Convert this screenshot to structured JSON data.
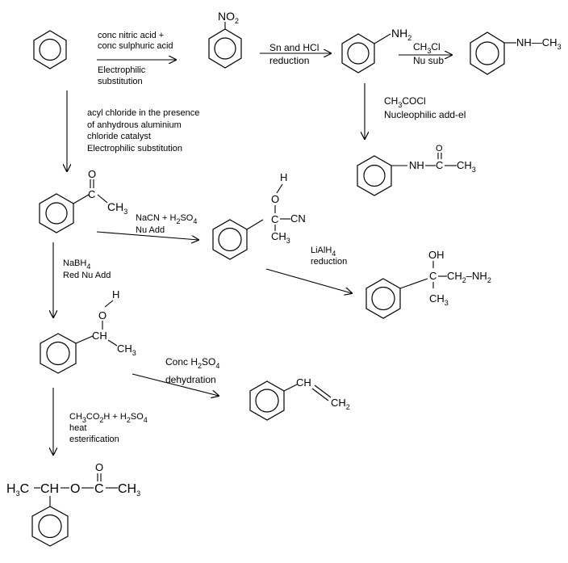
{
  "step_labels": {
    "nitration_reagent_1": "conc nitric acid +",
    "nitration_reagent_2": "conc sulphuric acid",
    "nitration_type_1": "Electrophilic",
    "nitration_type_2": "substitution",
    "reduction_reagent": "Sn and HCl",
    "reduction_type": "reduction",
    "methylation_reagent": "CH3Cl",
    "methylation_type": "Nu sub",
    "acylation_amine_reagent": "CH3COCl",
    "acylation_amine_type": "Nucleophilic add-el",
    "acylation_line_1": "acyl chloride in the presence",
    "acylation_line_2": "of anhydrous aluminium",
    "acylation_line_3": "chloride catalyst",
    "acylation_line_4": "Electrophilic substitution",
    "cyanide_reagent": "NaCN + H2SO4",
    "cyanide_type": "Nu Add",
    "lialh4_reagent": "LiAlH4",
    "lialh4_type": "reduction",
    "nabh4_reagent": "NaBH4",
    "nabh4_type": "Red  Nu Add",
    "dehydration_reagent": "Conc H2SO4",
    "dehydration_type": "dehydration",
    "ester_reagent": "CH3CO2H + H2SO4",
    "ester_heat": "heat",
    "ester_type": "esterification"
  },
  "molecule_labels": {
    "nitro_group": "NO2",
    "amine_group": "NH2",
    "methylamine_group": "NH—CH3",
    "amide_nh": "NH",
    "amide_c": "C",
    "amide_ch3": "CH3",
    "amide_o": "O",
    "ketone_o": "O",
    "ketone_c": "C",
    "ketone_ch3": "CH3",
    "cyanohydrin_h": "H",
    "cyanohydrin_o": "O",
    "cyanohydrin_c": "C",
    "cyanohydrin_cn": "CN",
    "cyanohydrin_ch3": "CH3",
    "aminoalcohol_oh": "OH",
    "aminoalcohol_c": "C",
    "aminoalcohol_chain": "CH2–NH2",
    "aminoalcohol_ch3": "CH3",
    "alcohol_h": "H",
    "alcohol_o": "O",
    "alcohol_ch": "CH",
    "alcohol_ch3": "CH3",
    "styrene_ch": "CH",
    "styrene_ch2": "CH2",
    "ester_left": "H3C",
    "ester_ch": "CH",
    "ester_o": "O",
    "ester_c": "C",
    "ester_ch3": "CH3",
    "ester_co": "O"
  }
}
